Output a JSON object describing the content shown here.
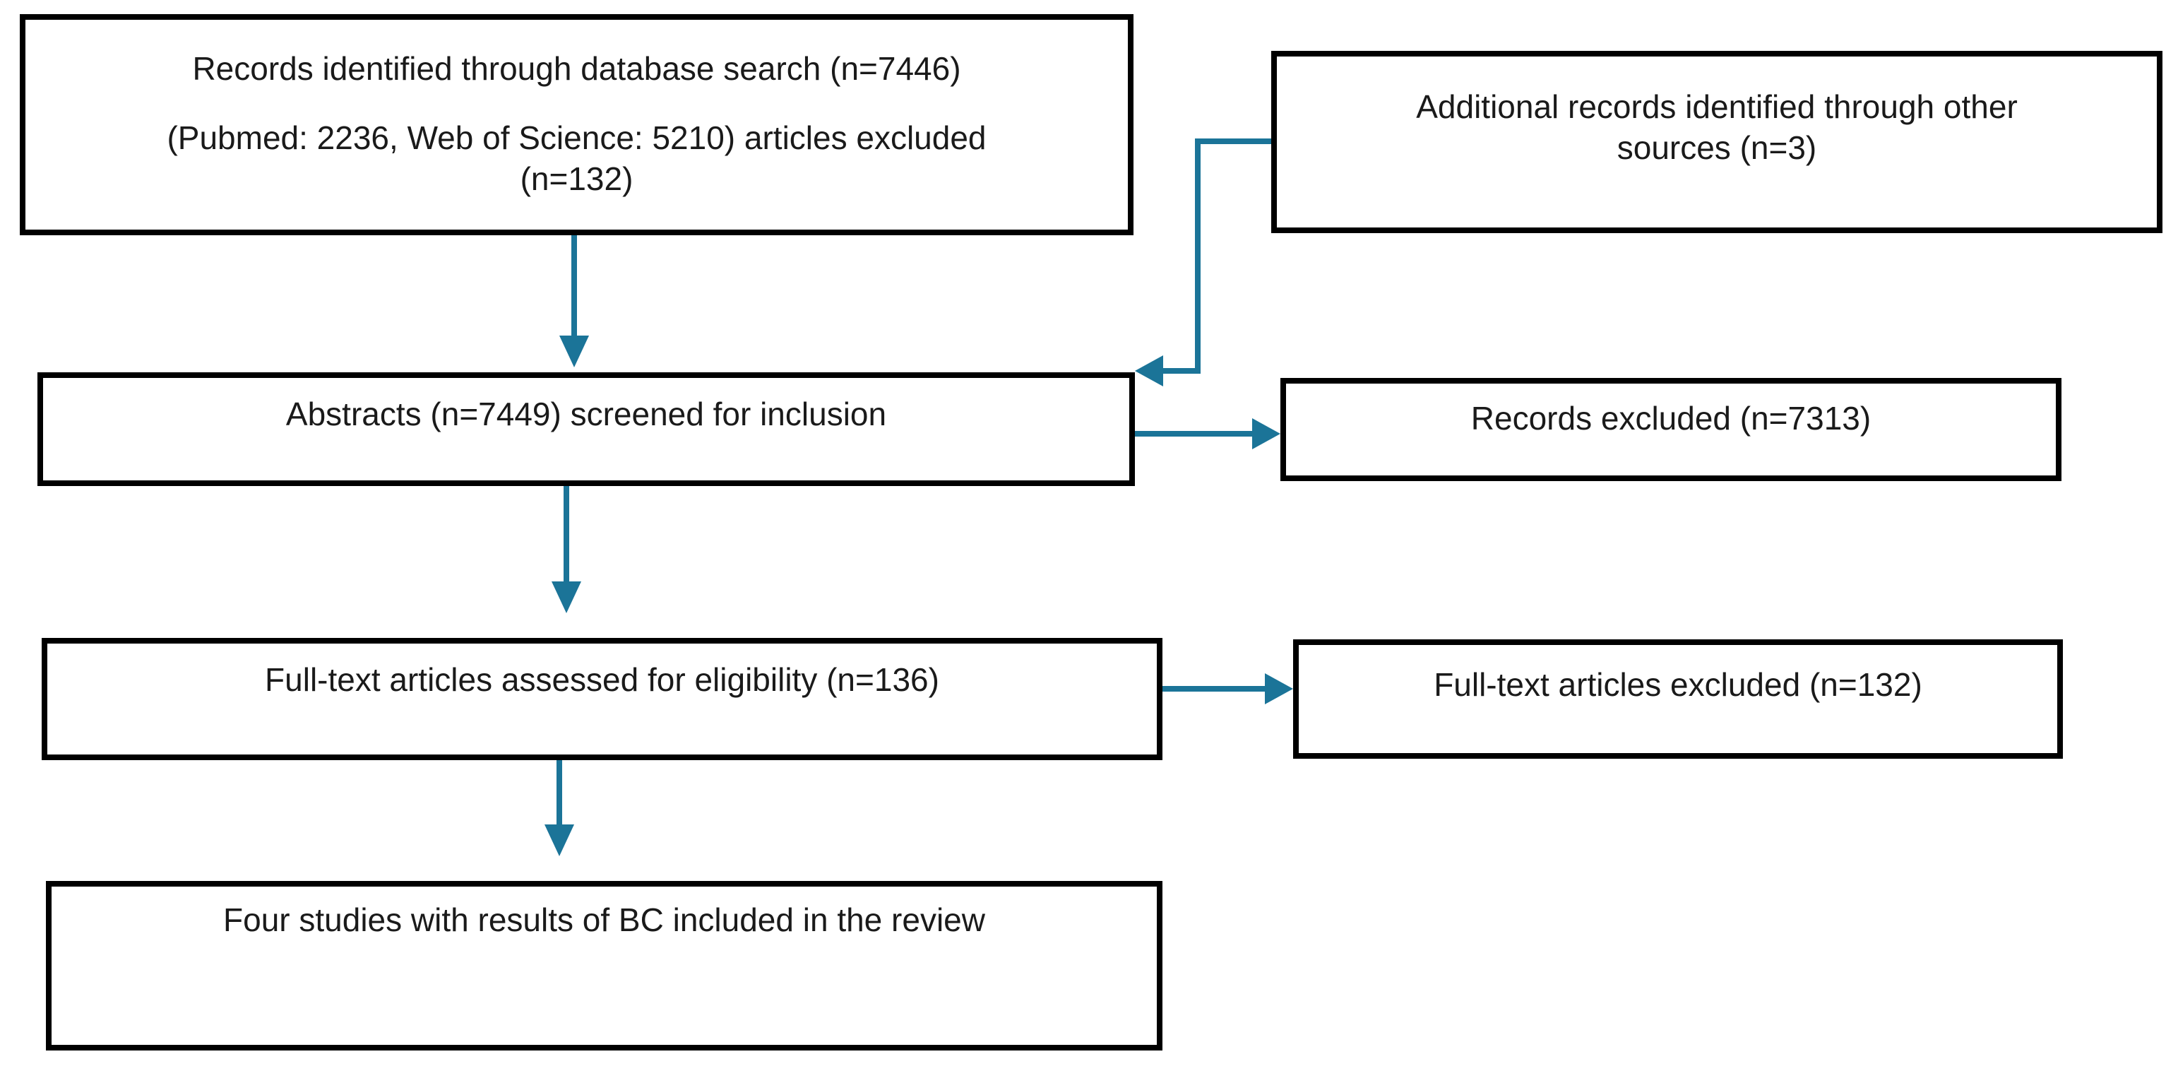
{
  "diagram": {
    "kind": "study-selection-flowchart",
    "colors": {
      "arrow": "#1b7498",
      "box_border": "#000000",
      "text": "#1a1a1a",
      "background": "#ffffff"
    },
    "boxes": {
      "records_identified": {
        "lines": [
          "Records identified through database search (n=7446)",
          "(Pubmed: 2236, Web of Science: 5210) articles excluded",
          "(n=132)"
        ]
      },
      "additional_records": {
        "lines": [
          "Additional records identified through other",
          "sources (n=3)"
        ]
      },
      "abstracts_screened": {
        "lines": [
          "Abstracts (n=7449) screened for inclusion"
        ]
      },
      "records_excluded": {
        "lines": [
          "Records excluded (n=7313)"
        ]
      },
      "fulltext_assessed": {
        "lines": [
          "Full-text articles assessed for eligibility (n=136)"
        ]
      },
      "fulltext_excluded": {
        "lines": [
          "Full-text articles excluded (n=132)"
        ]
      },
      "studies_included": {
        "lines": [
          "Four studies with results of BC included in the review"
        ]
      }
    }
  }
}
